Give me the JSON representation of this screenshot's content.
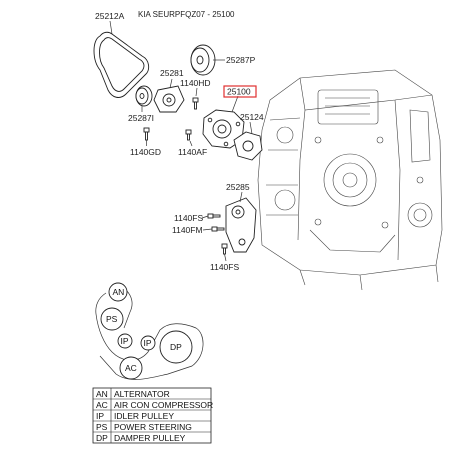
{
  "header": {
    "title": "KIA SEURPFQZ07 - 25100"
  },
  "highlight_color": "#e03030",
  "callouts": {
    "c25212a": "25212A",
    "c25281": "25281",
    "c25287p": "25287P",
    "c1140hd": "1140HD",
    "c25100": "25100",
    "c25287i": "25287I",
    "c25124": "25124",
    "c1140gd": "1140GD",
    "c1140af": "1140AF",
    "c25285": "25285",
    "c1140fs_a": "1140FS",
    "c1140fm": "1140FM",
    "c1140fs_b": "1140FS"
  },
  "belt_diagram": {
    "pulleys": {
      "an": "AN",
      "ps": "PS",
      "ip1": "IP",
      "ip2": "IP",
      "ac": "AC",
      "dp": "DP"
    }
  },
  "legend": {
    "rows": [
      {
        "code": "AN",
        "name": "ALTERNATOR"
      },
      {
        "code": "AC",
        "name": "AIR CON COMPRESSOR"
      },
      {
        "code": "IP",
        "name": "IDLER PULLEY"
      },
      {
        "code": "PS",
        "name": "POWER STEERING"
      },
      {
        "code": "DP",
        "name": "DAMPER PULLEY"
      }
    ]
  }
}
